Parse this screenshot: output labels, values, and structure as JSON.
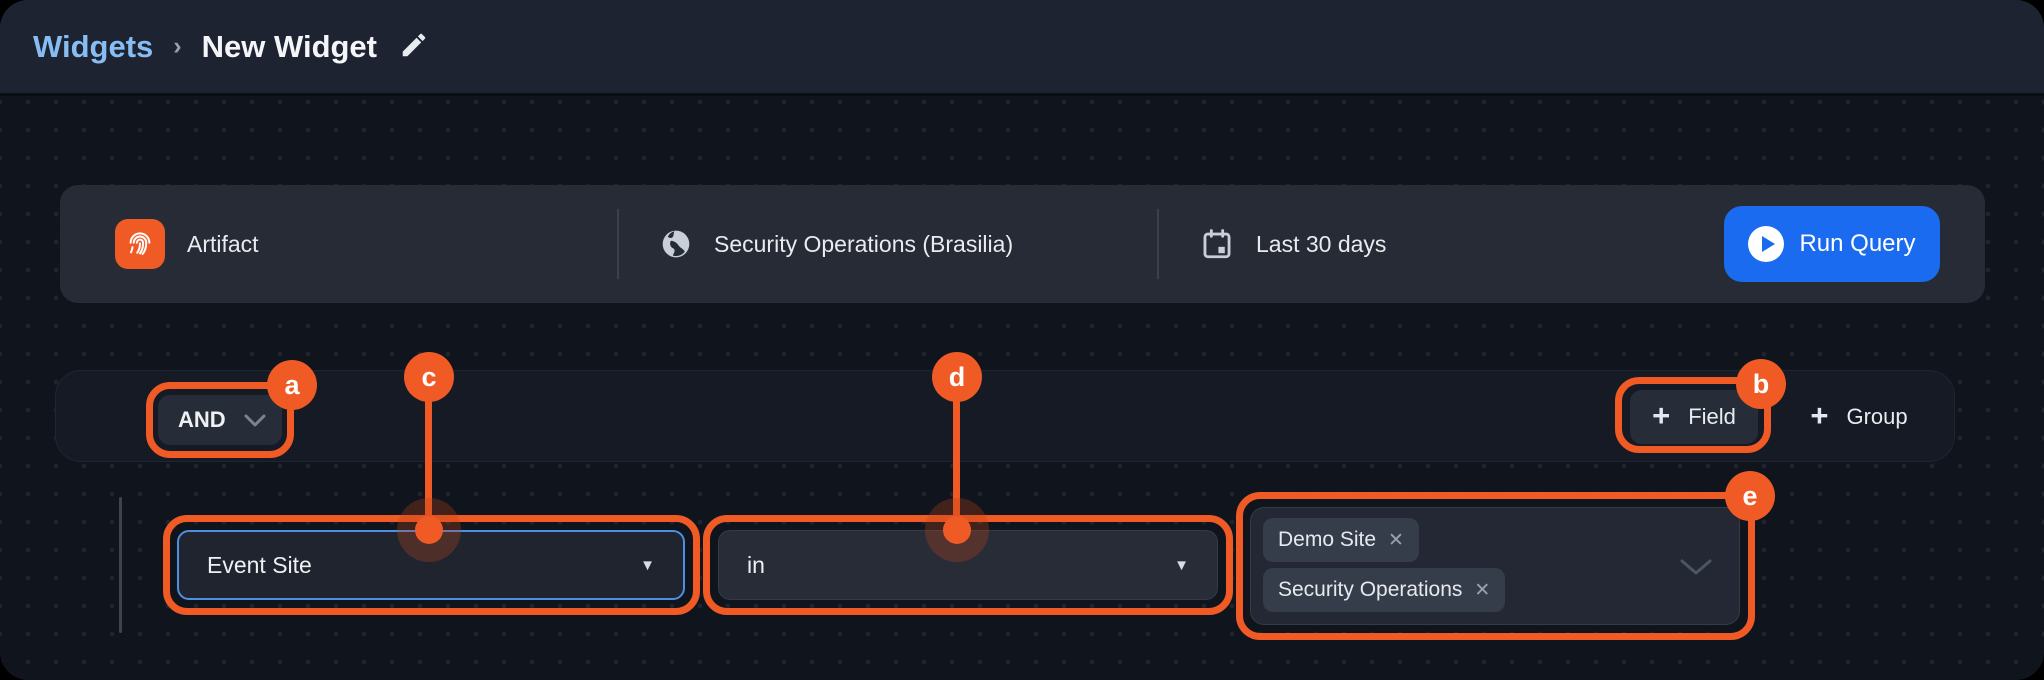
{
  "breadcrumb": {
    "parent": "Widgets",
    "separator": "›",
    "current": "New Widget"
  },
  "toolbar": {
    "datasource": {
      "label": "Artifact"
    },
    "site": {
      "label": "Security Operations (Brasilia)"
    },
    "date_range": {
      "label": "Last 30 days"
    },
    "run_query": {
      "label": "Run Query"
    }
  },
  "query_builder": {
    "group_operator": "AND",
    "add_field": "Field",
    "add_group": "Group",
    "filter_row": {
      "field": "Event Site",
      "operator": "in",
      "values": [
        "Demo Site",
        "Security Operations"
      ]
    }
  },
  "icons": {
    "plus": "+",
    "caret_down": "▼",
    "remove": "✕"
  },
  "annotations": {
    "markers": [
      "a",
      "b",
      "c",
      "d",
      "e"
    ]
  },
  "colors": {
    "accent_orange": "#F05A25",
    "button_blue": "#1A6BF0",
    "link_blue": "#87BDF3",
    "focus_border_blue": "#4E8FE0"
  }
}
